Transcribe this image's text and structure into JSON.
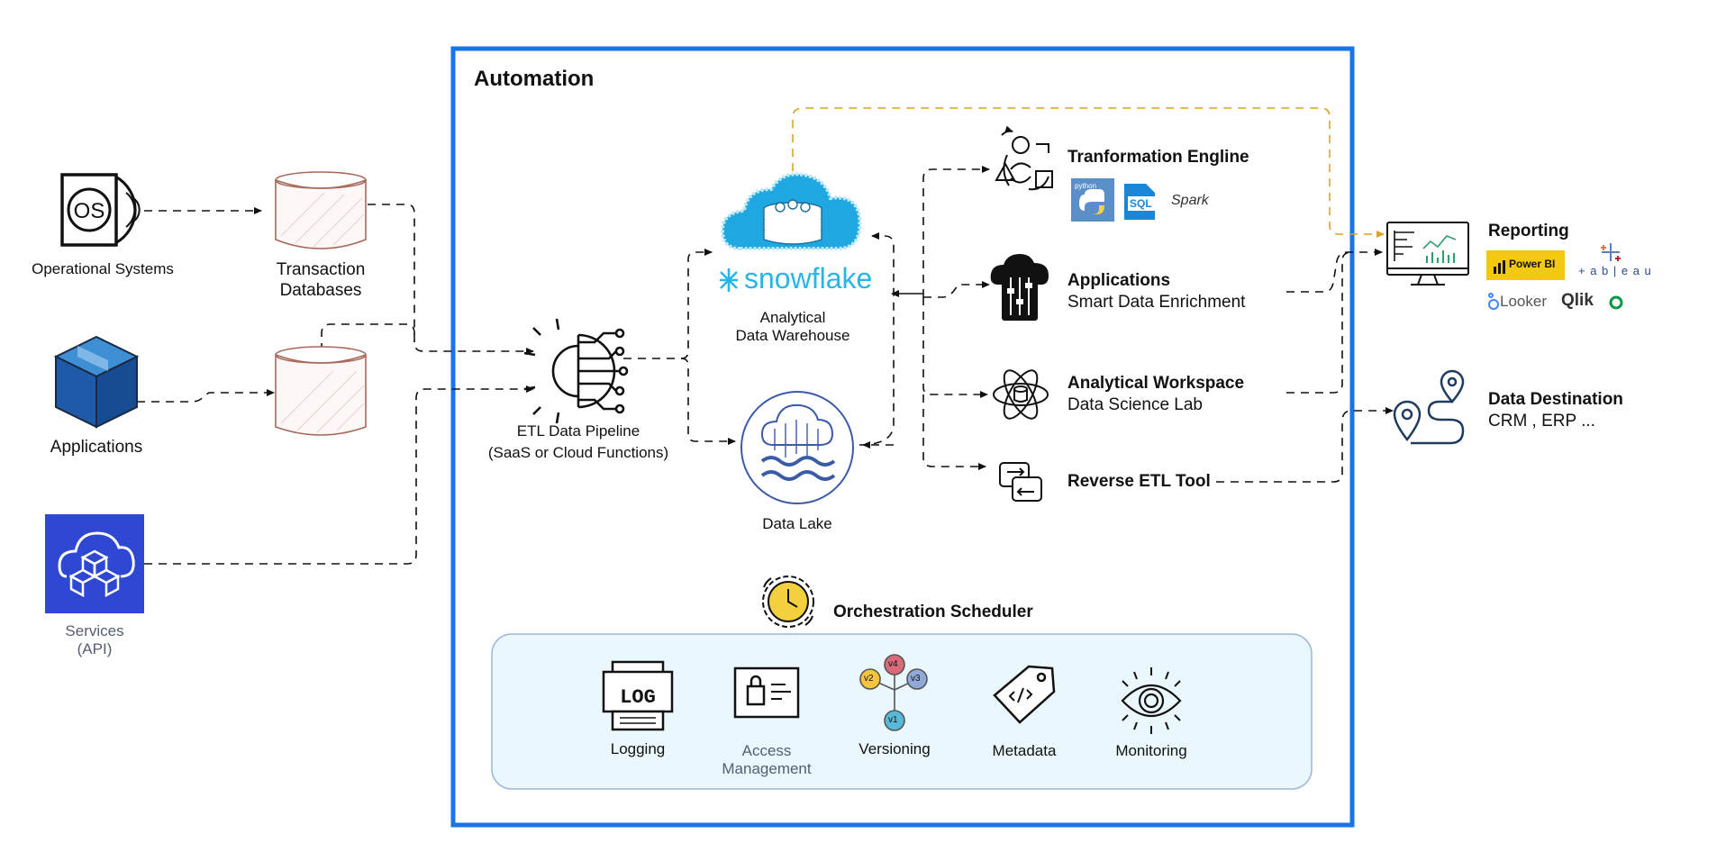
{
  "automation": {
    "title": "Automation",
    "border_color": "#1a73e8"
  },
  "sources": {
    "operational_systems": "Operational Systems",
    "applications": "Applications",
    "services": "Services\n(API)",
    "services_line1": "Services",
    "services_line2": "(API)",
    "os_badge": "OS"
  },
  "storage": {
    "transaction_db_1": "Transaction",
    "transaction_db_2": "Databases"
  },
  "pipeline": {
    "line1": "ETL Data Pipeline",
    "line2": "(SaaS or Cloud Functions)"
  },
  "warehouse": {
    "brand": "snowflake",
    "line1": "Analytical",
    "line2": "Data Warehouse",
    "brand_color": "#29b5e8"
  },
  "lake": {
    "label": "Data Lake"
  },
  "right_nodes": {
    "transformation": {
      "title": "Tranformation Engline",
      "logos": [
        "python",
        "SQL",
        "Spark"
      ]
    },
    "applications": {
      "title": "Applications",
      "subtitle": "Smart Data Enrichment"
    },
    "workspace": {
      "title": "Analytical Workspace",
      "subtitle": "Data Science Lab"
    },
    "reverse_etl": {
      "title": "Reverse ETL Tool"
    }
  },
  "destinations": {
    "reporting": {
      "title": "Reporting",
      "tools": [
        "Power BI",
        "+ a b | e a u",
        "Looker",
        "Qlik"
      ]
    },
    "data_destination": {
      "title": "Data Destination",
      "subtitle": "CRM , ERP ..."
    }
  },
  "orchestration": {
    "title": "Orchestration Scheduler",
    "items": [
      {
        "label": "Logging"
      },
      {
        "label": "Access",
        "label2": "Management"
      },
      {
        "label": "Versioning"
      },
      {
        "label": "Metadata"
      },
      {
        "label": "Monitoring"
      }
    ],
    "log_badge": "LOG",
    "version_tags": [
      "v2",
      "v4",
      "v3",
      "v1"
    ]
  },
  "colors": {
    "reporting_link": "#e0a020",
    "panel_fill": "#eaf7fc",
    "panel_border": "#9ab8d8",
    "cylinder_stroke": "#a8685a",
    "aws_blue": "#2e48d4",
    "box_blue": "#1e5aa8",
    "lake_blue": "#3b5ba9",
    "powerbi_yellow": "#f2c811"
  }
}
